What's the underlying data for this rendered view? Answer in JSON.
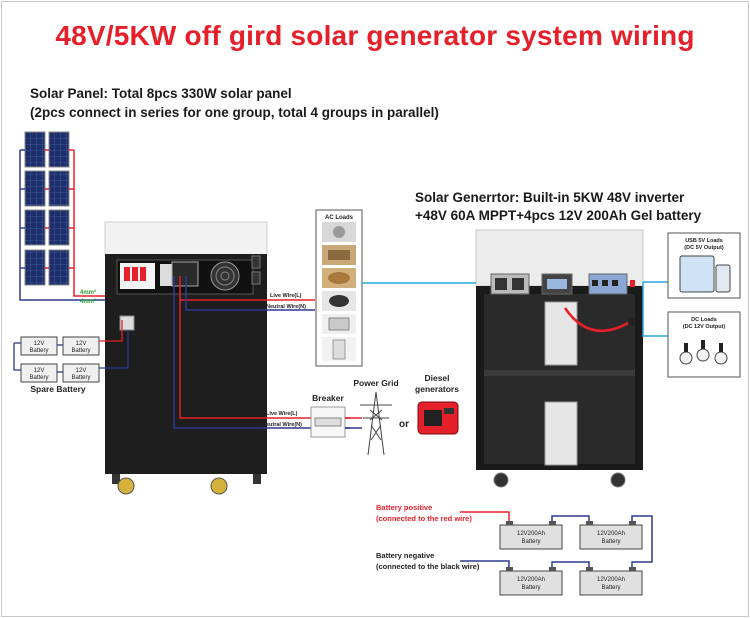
{
  "title": "48V/5KW off gird solar generator system wiring",
  "solar_panel": {
    "line1": "Solar Panel: Total 8pcs  330W solar panel",
    "line2": "(2pcs connect in series for one group, total 4 groups in parallel)"
  },
  "generator_desc": {
    "line1": "Solar Generrtor: Built-in 5KW 48V inverter",
    "line2": "+48V 60A MPPT+4pcs 12V 200Ah Gel battery"
  },
  "cable_sizes": [
    "4mm²",
    "4mm²"
  ],
  "ac_loads_label": "AC Loads",
  "wires": {
    "live": "Live Wire(L)",
    "neutral": "Neutral Wire(N)"
  },
  "spare_battery": {
    "label": "Spare Battery",
    "cell_label_line1": "12V",
    "cell_label_line2": "Battery"
  },
  "breaker_label": "Breaker",
  "power_grid_label": "Power Grid",
  "or_label": "or",
  "diesel_label_line1": "Diesel",
  "diesel_label_line2": "generators",
  "usb_loads": {
    "line1": "USB 5V Loads",
    "line2": "(DC 5V Output)"
  },
  "dc_loads": {
    "line1": "DC Loads",
    "line2": "(DC 12V Output)"
  },
  "battery_positive": {
    "line1": "Battery positive",
    "line2": "(connected to the red wire)"
  },
  "battery_negative": {
    "line1": "Battery negative",
    "line2": "(connected to the black wire)"
  },
  "big_battery": {
    "line1": "12V200Ah",
    "line2": "Battery"
  },
  "colors": {
    "title": "#e5202a",
    "red_wire": "#e5202a",
    "blue_wire": "#2b3a8f",
    "green_label": "#2e9b3a",
    "light_blue_line": "#2aa6dd",
    "cabinet": "#1e1e1e"
  }
}
